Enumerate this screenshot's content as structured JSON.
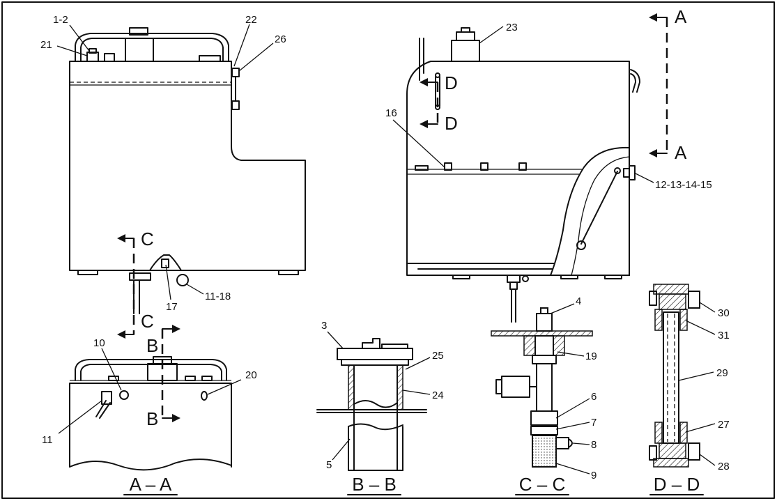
{
  "callouts": {
    "c1_2": "1-2",
    "c21": "21",
    "c22": "22",
    "c26": "26",
    "c17": "17",
    "c11_18": "11-18",
    "c23": "23",
    "c16": "16",
    "c12_15": "12-13-14-15",
    "c10": "10",
    "c20": "20",
    "c11": "11",
    "c3": "3",
    "c25": "25",
    "c24": "24",
    "c5": "5",
    "c4": "4",
    "c19": "19",
    "c6": "6",
    "c7": "7",
    "c8": "8",
    "c9": "9",
    "c30": "30",
    "c31": "31",
    "c29": "29",
    "c27": "27",
    "c28": "28"
  },
  "section_markers": {
    "a_top": "A",
    "a_bottom": "A",
    "c_top": "C",
    "c_bottom": "C",
    "b_top": "B",
    "b_bottom": "B",
    "d_top": "D",
    "d_bottom": "D"
  },
  "captions": {
    "aa": "A – A",
    "bb": "B – B",
    "cc": "C – C",
    "dd": "D – D"
  }
}
